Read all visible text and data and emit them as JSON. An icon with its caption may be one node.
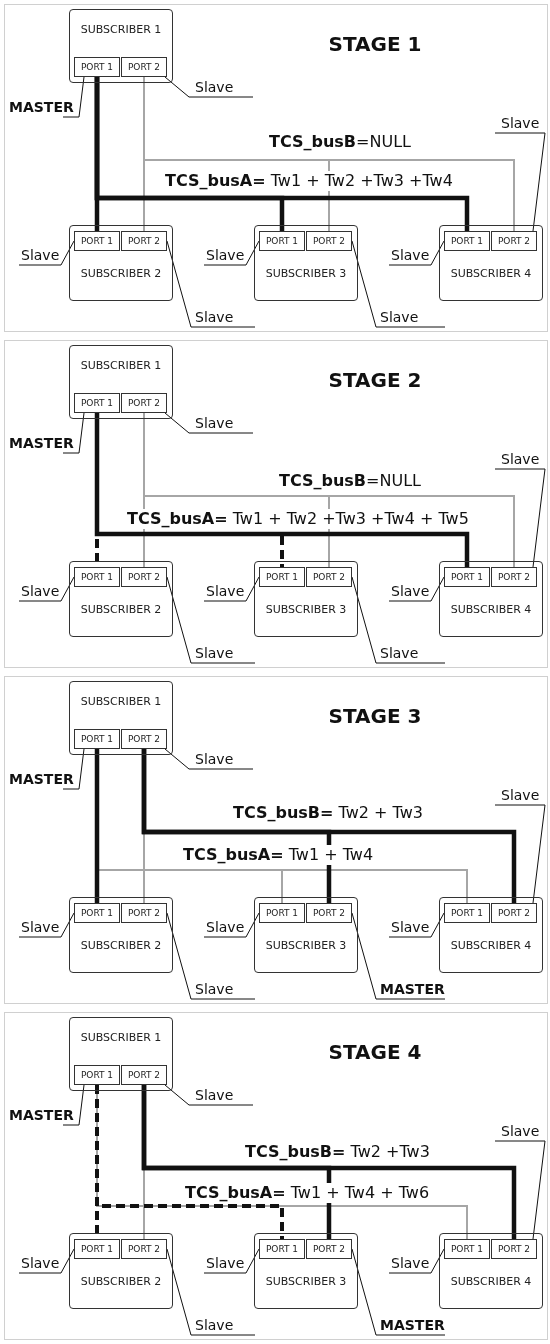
{
  "diagram": {
    "nodes": [
      {
        "text": [
          "STAGE 1"
        ]
      },
      {
        "text": [
          "SUBSCRIBER 1"
        ],
        "in": 0
      },
      {
        "text": [
          "PORT 1"
        ],
        "in": 1
      },
      {
        "text": [
          "PORT 2"
        ],
        "in": 1
      },
      {
        "text": [
          "MASTER"
        ],
        "in": 0
      },
      {
        "text": [
          "Slave"
        ],
        "in": 0
      },
      {
        "text": [
          "Slave"
        ],
        "in": 0
      },
      {
        "text": [
          "SUBSCRIBER 2"
        ],
        "in": 0
      },
      {
        "text": [
          "PORT 1"
        ],
        "in": 7
      },
      {
        "text": [
          "PORT 2"
        ],
        "in": 7
      },
      {
        "text": [
          "SUBSCRIBER 3"
        ],
        "in": 0
      },
      {
        "text": [
          "PORT 1"
        ],
        "in": 10
      },
      {
        "text": [
          "PORT 2"
        ],
        "in": 10
      },
      {
        "text": [
          "SUBSCRIBER 4"
        ],
        "in": 0
      },
      {
        "text": [
          "PORT 1"
        ],
        "in": 13
      },
      {
        "text": [
          "PORT 2"
        ],
        "in": 13
      },
      {
        "text": [
          "Slave"
        ],
        "in": 0
      },
      {
        "text": [
          "Slave"
        ],
        "in": 0
      },
      {
        "text": [
          "Slave"
        ],
        "in": 0
      },
      {
        "text": [
          "Slave"
        ],
        "in": 0
      },
      {
        "text": [
          "Slave"
        ],
        "in": 0
      },
      {
        "text": [
          "STAGE 2"
        ]
      },
      {
        "text": [
          "SUBSCRIBER 1"
        ],
        "in": 21
      },
      {
        "text": [
          "PORT 1"
        ],
        "in": 22
      },
      {
        "text": [
          "PORT 2"
        ],
        "in": 22
      },
      {
        "text": [
          "MASTER"
        ],
        "in": 21
      },
      {
        "text": [
          "Slave"
        ],
        "in": 21
      },
      {
        "text": [
          "Slave"
        ],
        "in": 21
      },
      {
        "text": [
          "SUBSCRIBER 2"
        ],
        "in": 21
      },
      {
        "text": [
          "PORT 1"
        ],
        "in": 28
      },
      {
        "text": [
          "PORT 2"
        ],
        "in": 28
      },
      {
        "text": [
          "SUBSCRIBER 3"
        ],
        "in": 21
      },
      {
        "text": [
          "PORT 1"
        ],
        "in": 31
      },
      {
        "text": [
          "PORT 2"
        ],
        "in": 31
      },
      {
        "text": [
          "SUBSCRIBER 4"
        ],
        "in": 21
      },
      {
        "text": [
          "PORT 1"
        ],
        "in": 34
      },
      {
        "text": [
          "PORT 2"
        ],
        "in": 34
      },
      {
        "text": [
          "Slave"
        ],
        "in": 21
      },
      {
        "text": [
          "Slave"
        ],
        "in": 21
      },
      {
        "text": [
          "Slave"
        ],
        "in": 21
      },
      {
        "text": [
          "Slave"
        ],
        "in": 21
      },
      {
        "text": [
          "Slave"
        ],
        "in": 21
      },
      {
        "text": [
          "STAGE 3"
        ]
      },
      {
        "text": [
          "SUBSCRIBER 1"
        ],
        "in": 42
      },
      {
        "text": [
          "PORT 1"
        ],
        "in": 43
      },
      {
        "text": [
          "PORT 2"
        ],
        "in": 43
      },
      {
        "text": [
          "MASTER"
        ],
        "in": 42
      },
      {
        "text": [
          "Slave"
        ],
        "in": 42
      },
      {
        "text": [
          "Slave"
        ],
        "in": 42
      },
      {
        "text": [
          "SUBSCRIBER 2"
        ],
        "in": 42
      },
      {
        "text": [
          "PORT 1"
        ],
        "in": 49
      },
      {
        "text": [
          "PORT 2"
        ],
        "in": 49
      },
      {
        "text": [
          "SUBSCRIBER 3"
        ],
        "in": 42
      },
      {
        "text": [
          "PORT 1"
        ],
        "in": 52
      },
      {
        "text": [
          "PORT 2"
        ],
        "in": 52
      },
      {
        "text": [
          "SUBSCRIBER 4"
        ],
        "in": 42
      },
      {
        "text": [
          "PORT 1"
        ],
        "in": 55
      },
      {
        "text": [
          "PORT 2"
        ],
        "in": 55
      },
      {
        "text": [
          "Slave"
        ],
        "in": 42
      },
      {
        "text": [
          "Slave"
        ],
        "in": 42
      },
      {
        "text": [
          "Slave"
        ],
        "in": 42
      },
      {
        "text": [
          "Slave"
        ],
        "in": 42
      },
      {
        "text": [
          "MASTER"
        ],
        "in": 42
      },
      {
        "text": [
          "STAGE 4"
        ]
      },
      {
        "text": [
          "SUBSCRIBER 1"
        ],
        "in": 63
      },
      {
        "text": [
          "PORT 1"
        ],
        "in": 64
      },
      {
        "text": [
          "PORT 2"
        ],
        "in": 64
      },
      {
        "text": [
          "MASTER"
        ],
        "in": 63
      },
      {
        "text": [
          "Slave"
        ],
        "in": 63
      },
      {
        "text": [
          "Slave"
        ],
        "in": 63
      },
      {
        "text": [
          "SUBSCRIBER 2"
        ],
        "in": 63
      },
      {
        "text": [
          "PORT 1"
        ],
        "in": 70
      },
      {
        "text": [
          "PORT 2"
        ],
        "in": 70
      },
      {
        "text": [
          "SUBSCRIBER 3"
        ],
        "in": 63
      },
      {
        "text": [
          "PORT 1"
        ],
        "in": 73
      },
      {
        "text": [
          "PORT 2"
        ],
        "in": 73
      },
      {
        "text": [
          "SUBSCRIBER 4"
        ],
        "in": 63
      },
      {
        "text": [
          "PORT 1"
        ],
        "in": 76
      },
      {
        "text": [
          "PORT 2"
        ],
        "in": 76
      },
      {
        "text": [
          "Slave"
        ],
        "in": 63
      },
      {
        "text": [
          "Slave"
        ],
        "in": 63
      },
      {
        "text": [
          "Slave"
        ],
        "in": 63
      },
      {
        "text": [
          "Slave"
        ],
        "in": 63
      },
      {
        "text": [
          "MASTER"
        ],
        "in": 63
      }
    ],
    "edges": [
      {
        "from": 4,
        "to": 2,
        "arrow": "none"
      },
      {
        "from": 5,
        "to": 3,
        "arrow": "none"
      },
      {
        "from": 6,
        "to": 15,
        "arrow": "none"
      },
      {
        "from": 16,
        "to": 8,
        "arrow": "none"
      },
      {
        "from": 17,
        "to": 11,
        "arrow": "none"
      },
      {
        "from": 18,
        "to": 14,
        "arrow": "none"
      },
      {
        "from": 19,
        "to": 9,
        "arrow": "none"
      },
      {
        "from": 20,
        "to": 12,
        "arrow": "none"
      },
      {
        "from": 2,
        "to": 8,
        "arrow": "none",
        "style": "thick"
      },
      {
        "from": 2,
        "to": 11,
        "arrow": "none",
        "style": "thick"
      },
      {
        "from": 2,
        "to": 14,
        "arrow": "none",
        "style": "thick"
      },
      {
        "from": 3,
        "to": 9,
        "arrow": "none",
        "color": "#a6a6a6"
      },
      {
        "from": 3,
        "to": 12,
        "arrow": "none",
        "color": "#a6a6a6"
      },
      {
        "from": 3,
        "to": 15,
        "arrow": "none",
        "color": "#a6a6a6"
      },
      {
        "from": 25,
        "to": 23,
        "arrow": "none"
      },
      {
        "from": 26,
        "to": 24,
        "arrow": "none"
      },
      {
        "from": 27,
        "to": 36,
        "arrow": "none"
      },
      {
        "from": 37,
        "to": 29,
        "arrow": "none"
      },
      {
        "from": 38,
        "to": 32,
        "arrow": "none"
      },
      {
        "from": 39,
        "to": 35,
        "arrow": "none"
      },
      {
        "from": 40,
        "to": 30,
        "arrow": "none"
      },
      {
        "from": 41,
        "to": 33,
        "arrow": "none"
      },
      {
        "from": 23,
        "to": 29,
        "arrow": "none",
        "style": "dashed"
      },
      {
        "from": 23,
        "to": 32,
        "arrow": "none",
        "style": "dashed"
      },
      {
        "from": 23,
        "to": 35,
        "arrow": "none",
        "style": "thick"
      },
      {
        "from": 24,
        "to": 30,
        "arrow": "none",
        "color": "#a6a6a6"
      },
      {
        "from": 24,
        "to": 33,
        "arrow": "none",
        "color": "#a6a6a6"
      },
      {
        "from": 24,
        "to": 36,
        "arrow": "none",
        "color": "#a6a6a6"
      },
      {
        "from": 46,
        "to": 44,
        "arrow": "none"
      },
      {
        "from": 47,
        "to": 45,
        "arrow": "none"
      },
      {
        "from": 48,
        "to": 57,
        "arrow": "none"
      },
      {
        "from": 58,
        "to": 50,
        "arrow": "none"
      },
      {
        "from": 59,
        "to": 53,
        "arrow": "none"
      },
      {
        "from": 60,
        "to": 56,
        "arrow": "none"
      },
      {
        "from": 61,
        "to": 51,
        "arrow": "none"
      },
      {
        "from": 62,
        "to": 54,
        "arrow": "none"
      },
      {
        "from": 44,
        "to": 50,
        "arrow": "none",
        "style": "thick"
      },
      {
        "from": 45,
        "to": 54,
        "arrow": "none",
        "style": "thick"
      },
      {
        "from": 45,
        "to": 57,
        "arrow": "none",
        "style": "thick"
      },
      {
        "from": 44,
        "to": 53,
        "arrow": "none",
        "color": "#a6a6a6"
      },
      {
        "from": 44,
        "to": 56,
        "arrow": "none",
        "color": "#a6a6a6"
      },
      {
        "from": 45,
        "to": 51,
        "arrow": "none",
        "color": "#a6a6a6"
      },
      {
        "from": 67,
        "to": 65,
        "arrow": "none"
      },
      {
        "from": 68,
        "to": 66,
        "arrow": "none"
      },
      {
        "from": 69,
        "to": 78,
        "arrow": "none"
      },
      {
        "from": 79,
        "to": 71,
        "arrow": "none"
      },
      {
        "from": 80,
        "to": 74,
        "arrow": "none"
      },
      {
        "from": 81,
        "to": 77,
        "arrow": "none"
      },
      {
        "from": 82,
        "to": 72,
        "arrow": "none"
      },
      {
        "from": 83,
        "to": 75,
        "arrow": "none"
      },
      {
        "from": 65,
        "to": 71,
        "arrow": "none",
        "style": "dashed"
      },
      {
        "from": 65,
        "to": 74,
        "arrow": "none",
        "style": "dashed"
      },
      {
        "from": 66,
        "to": 75,
        "arrow": "none",
        "style": "thick"
      },
      {
        "from": 66,
        "to": 78,
        "arrow": "none",
        "style": "thick"
      },
      {
        "from": 65,
        "to": 77,
        "arrow": "none",
        "color": "#a6a6a6"
      },
      {
        "from": 66,
        "to": 72,
        "arrow": "none",
        "color": "#a6a6a6"
      }
    ],
    "labels": [
      "**TCS_busB**=NULL",
      "**TCS_busA=** Tw1 + Tw2 +Tw3 +Tw4",
      "**TCS_busB**=NULL",
      "**TCS_busA=** Tw1 + Tw2 +Tw3 +Tw4 + Tw5",
      "**TCS_busB=** Tw2 + Tw3",
      "**TCS_busA=** Tw1 + Tw4",
      "**TCS_busB=** Tw2 +Tw3",
      "**TCS_busA=** Tw1 + Tw4 + Tw6"
    ]
  }
}
